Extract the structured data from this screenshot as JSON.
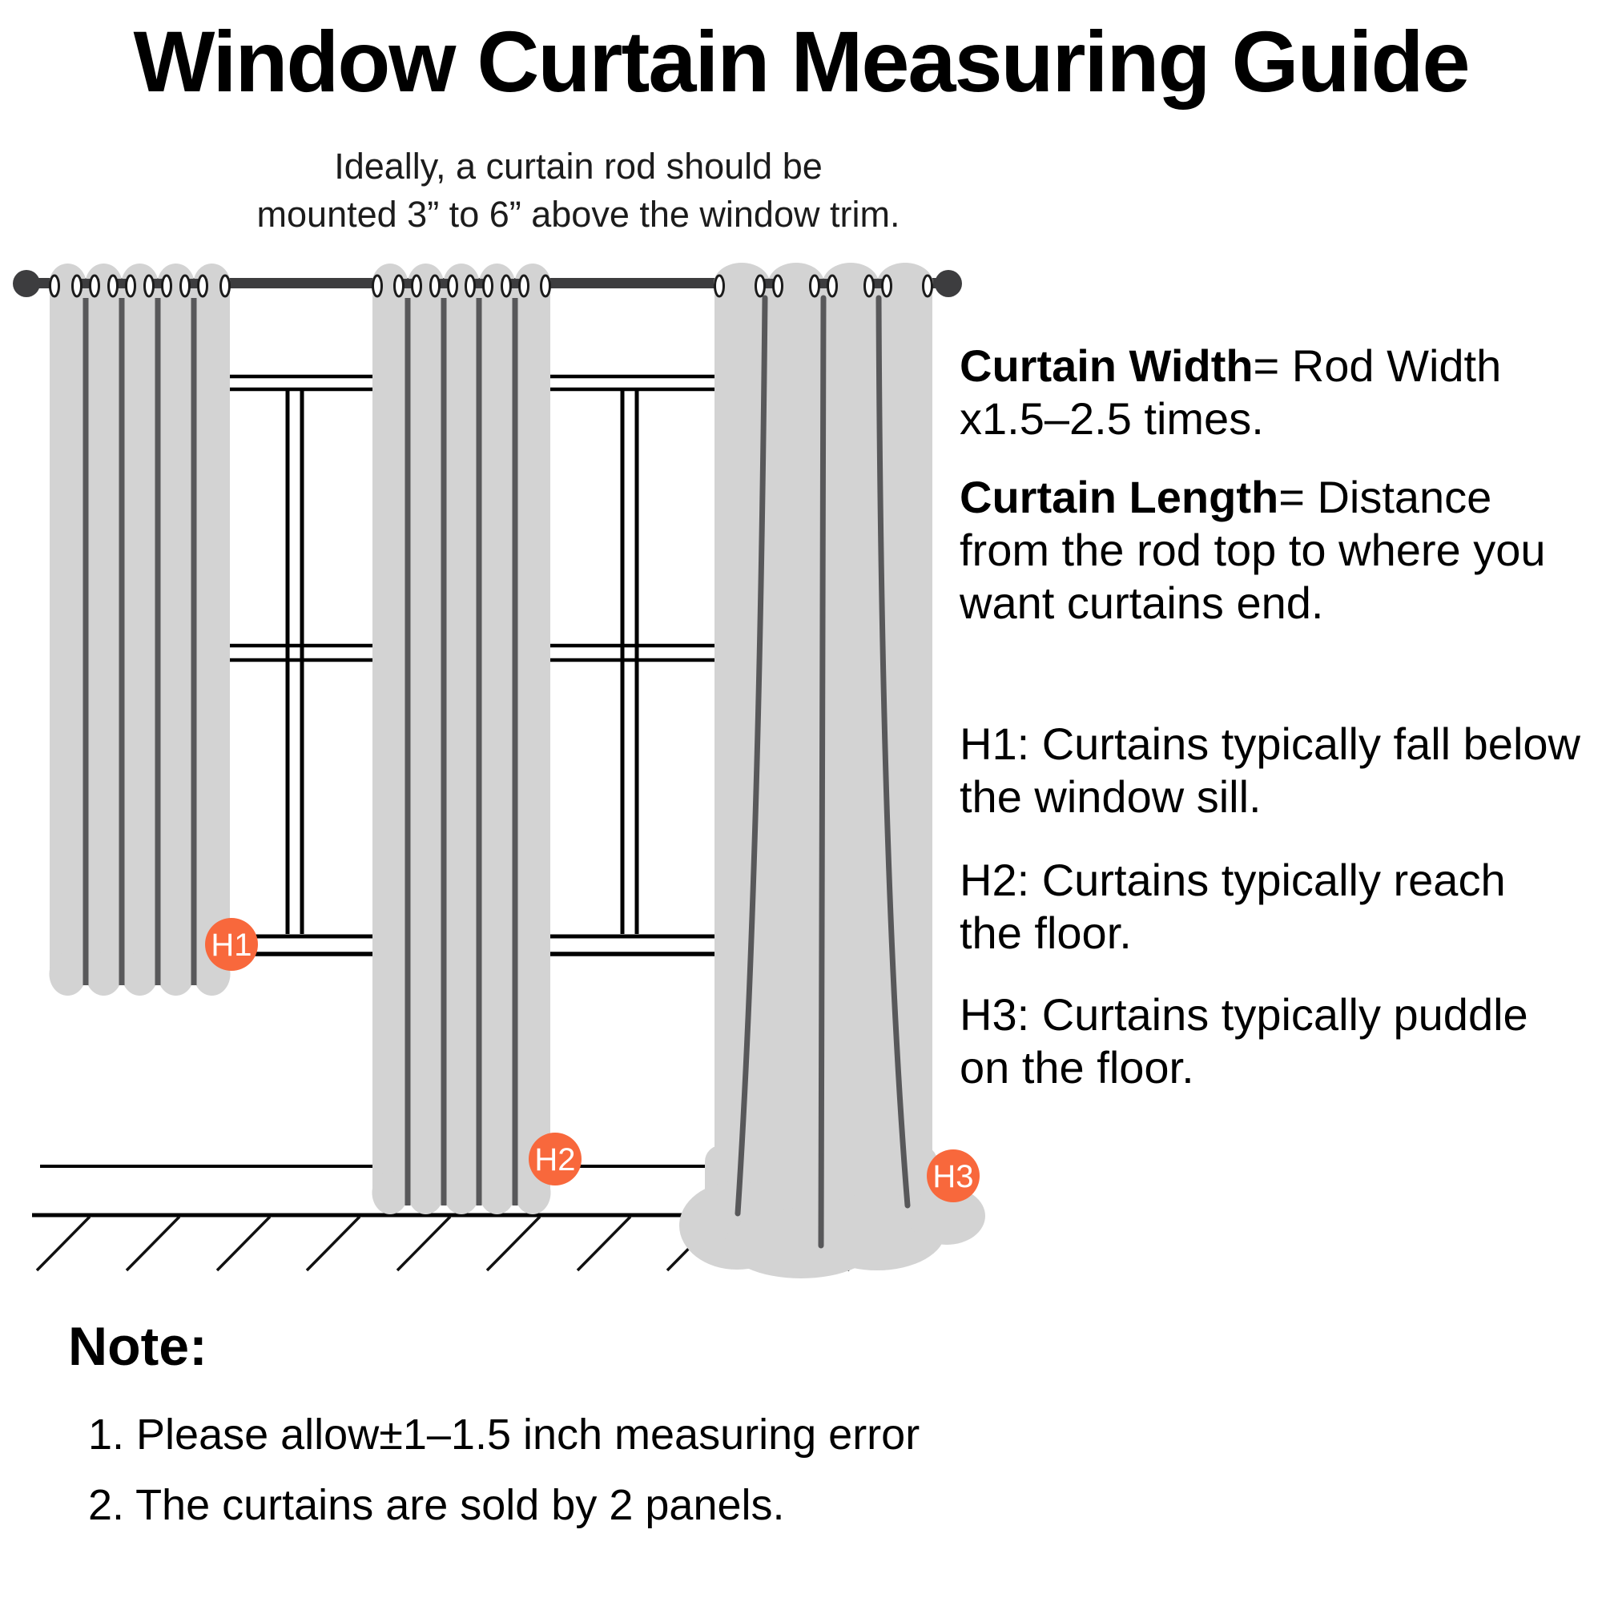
{
  "title": "Window Curtain Measuring Guide",
  "subtitle": "Ideally, a curtain rod should be\nmounted 3” to 6” above the window trim.",
  "definitions": [
    {
      "term": "Curtain Width",
      "rest": "= Rod Width\nx1.5–2.5 times."
    },
    {
      "term": "Curtain Length",
      "rest": "= Distance\nfrom the rod top to where you\nwant curtains end."
    }
  ],
  "height_notes": [
    {
      "text": "H1: Curtains typically fall below\nthe window sill."
    },
    {
      "text": "H2: Curtains typically reach\nthe floor."
    },
    {
      "text": "H3: Curtains typically puddle\non the floor."
    }
  ],
  "badges": [
    {
      "label": "H1"
    },
    {
      "label": "H2"
    },
    {
      "label": "H3"
    }
  ],
  "note": {
    "heading": "Note:",
    "items": [
      "1. Please allow±1–1.5 inch measuring error",
      "2. The curtains are sold by 2 panels."
    ]
  },
  "colors": {
    "curtain_fill": "#d3d3d3",
    "fold_line": "#58585a",
    "rod": "#3d3d3f",
    "badge": "#f8683c",
    "line": "#000000",
    "grommet_ring": "#1b1b1b"
  }
}
